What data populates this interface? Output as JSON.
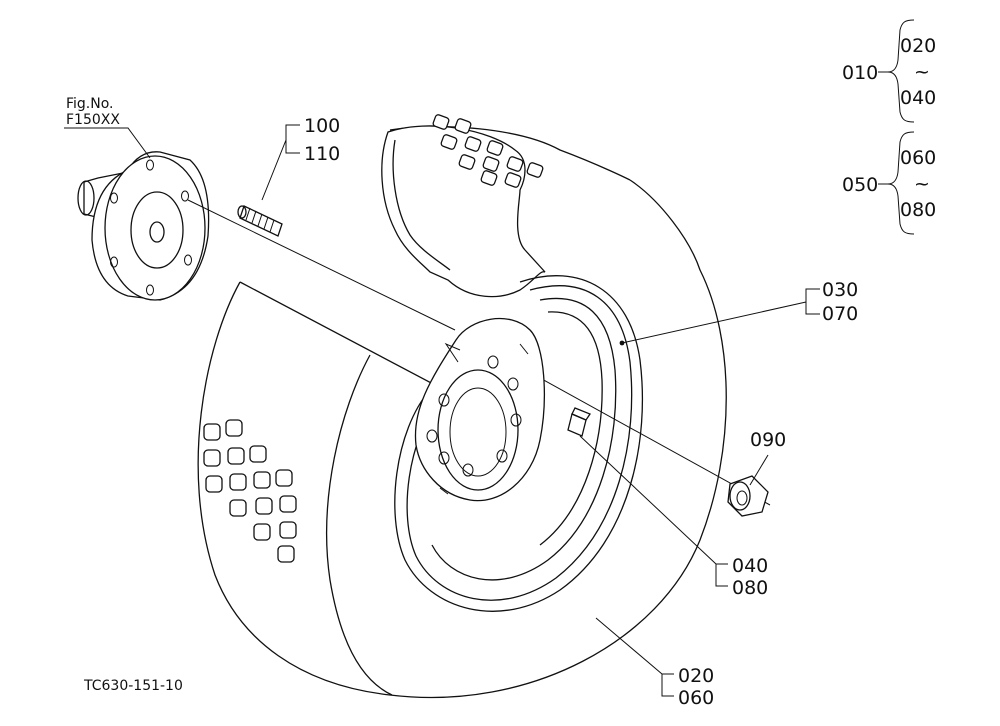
{
  "figure": {
    "fig_no_label": "Fig.No.",
    "fig_no_value": "F150XX",
    "drawing_code": "TC630-151-10"
  },
  "callouts": {
    "stud_a": "100",
    "stud_b": "110",
    "rim_a": "030",
    "rim_b": "070",
    "nut": "090",
    "valve_a": "040",
    "valve_b": "080",
    "tire_a": "020",
    "tire_b": "060"
  },
  "assemblies": [
    {
      "code": "010",
      "from": "020",
      "tilde": "~",
      "to": "040"
    },
    {
      "code": "050",
      "from": "060",
      "tilde": "~",
      "to": "080"
    }
  ]
}
